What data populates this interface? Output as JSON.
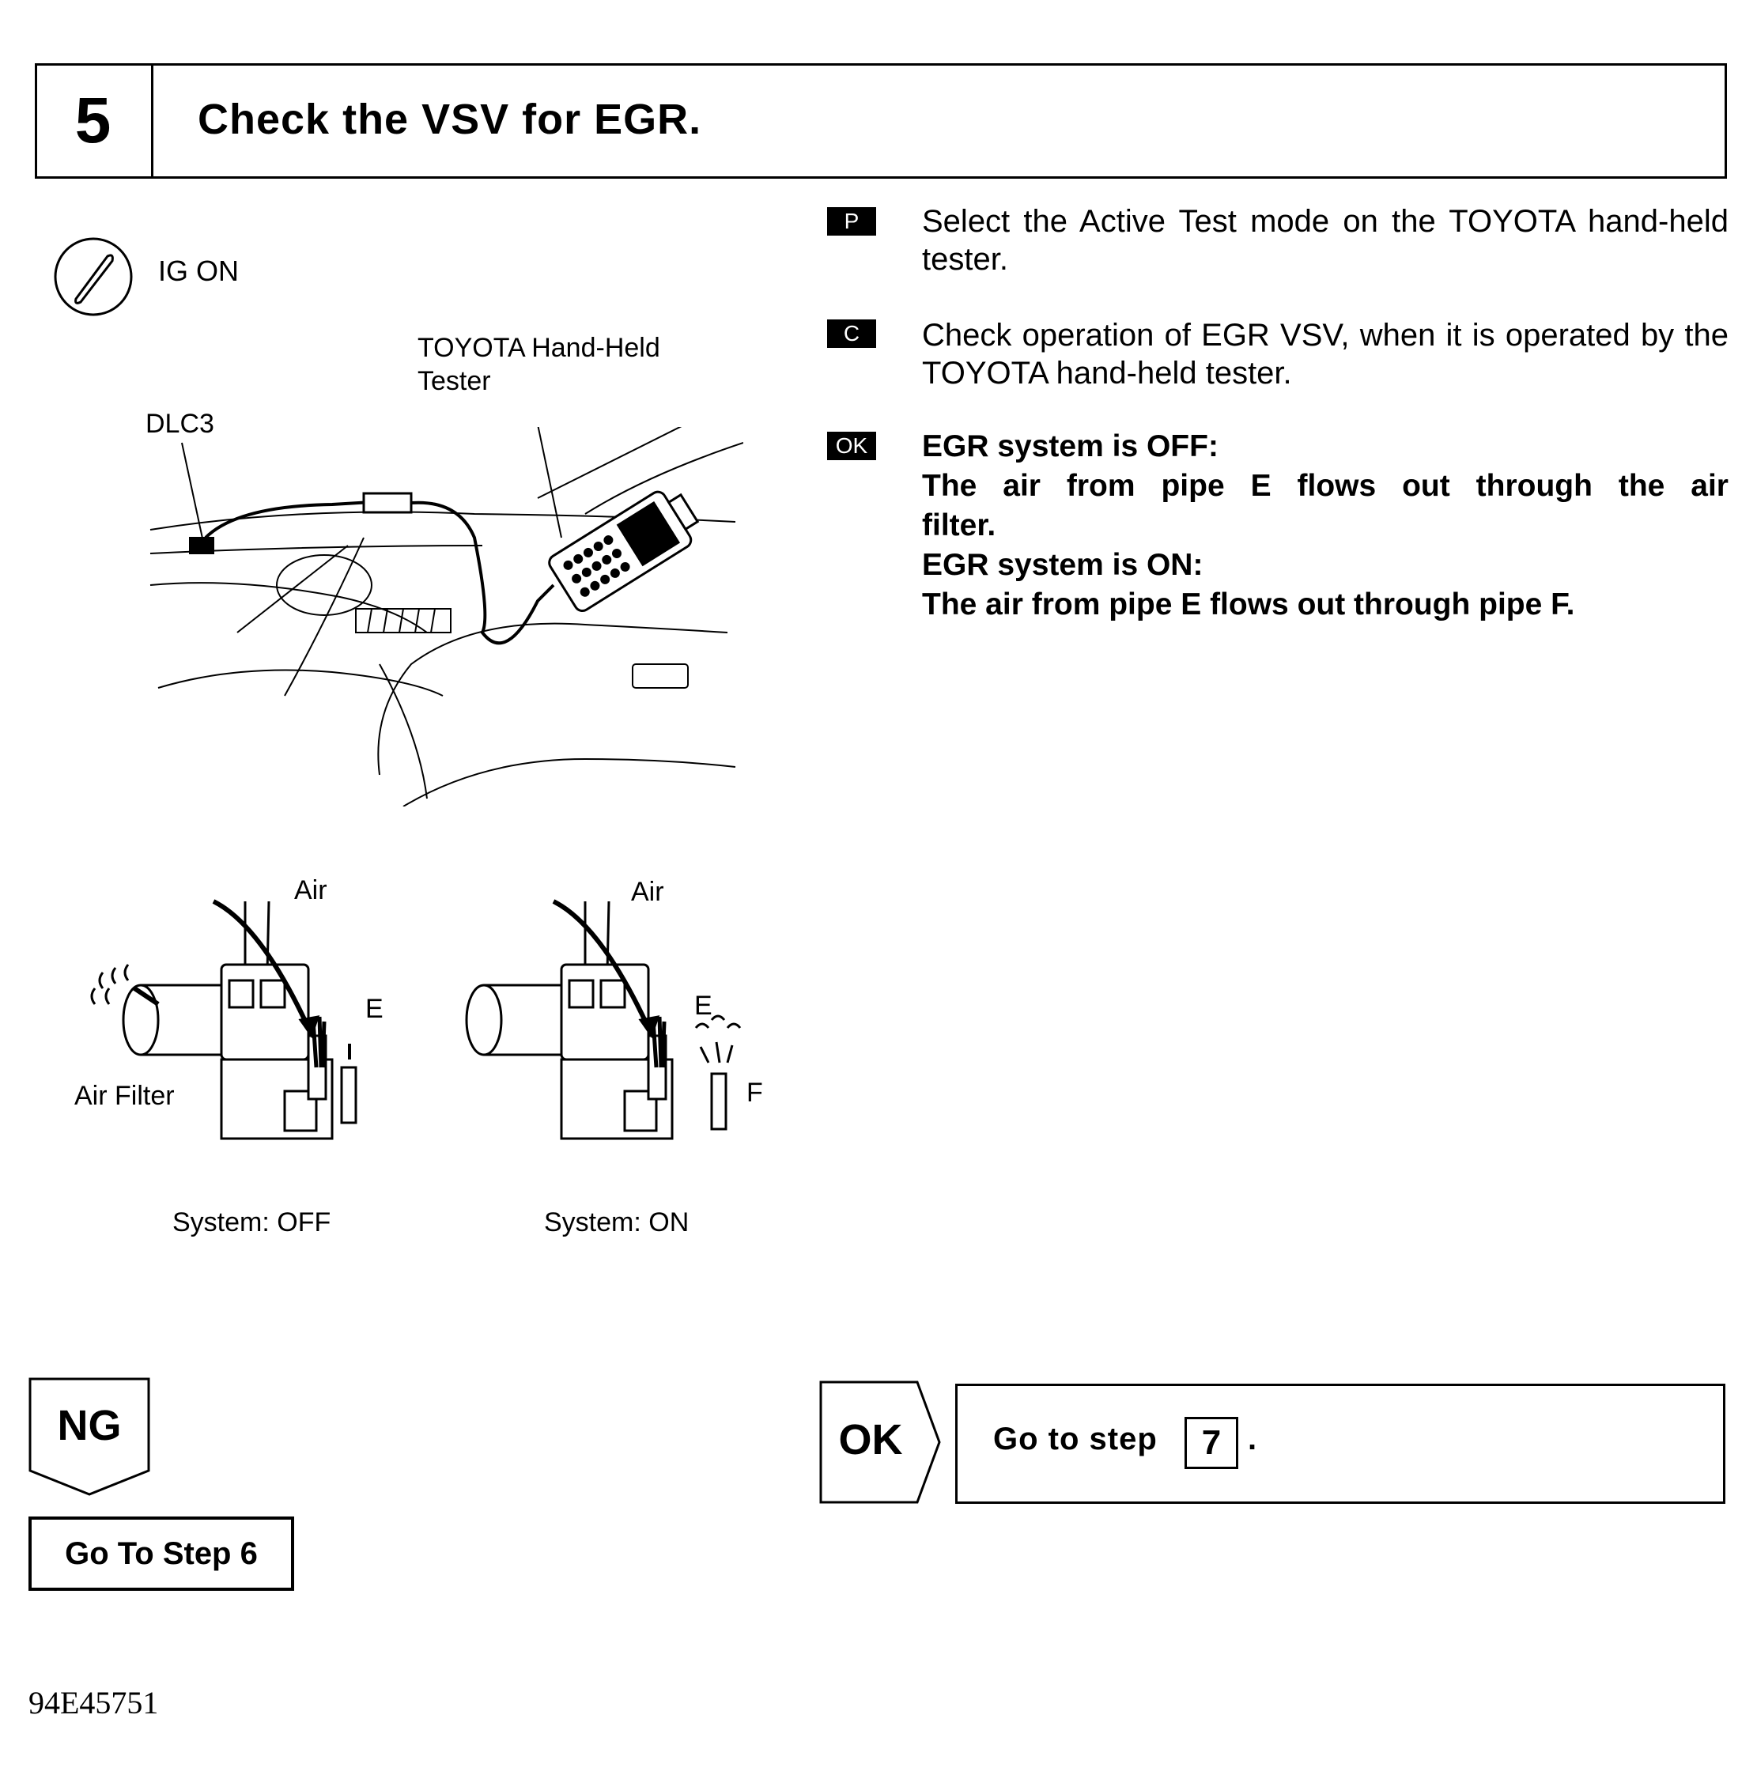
{
  "header": {
    "step_number": "5",
    "title": "Check the VSV for EGR."
  },
  "ignition": {
    "label": "IG ON"
  },
  "illustration": {
    "tester_label_line1": "TOYOTA Hand-Held",
    "tester_label_line2": "Tester",
    "dlc3_label": "DLC3"
  },
  "vsv": {
    "air_label": "Air",
    "e_label": "E",
    "f_label": "F",
    "air_filter_label": "Air Filter",
    "system_off_label": "System: OFF",
    "system_on_label": "System: ON"
  },
  "instructions": {
    "p_badge": "P",
    "p_text": "Select the Active Test mode on the TOYOTA hand-held tester.",
    "c_badge": "C",
    "c_text": "Check operation of EGR VSV, when it is operated by the TOYOTA hand-held tester.",
    "ok_badge": "OK",
    "ok_line1": "EGR system is OFF:",
    "ok_line2": "The air from pipe E flows out through the air",
    "ok_line3": "filter.",
    "ok_line4": "EGR system is ON:",
    "ok_line5": "The air from pipe E flows out through pipe F."
  },
  "navigation": {
    "ng_label": "NG",
    "ng_go_to": "Go To Step 6",
    "ok_label": "OK",
    "ok_go_to_text": "Go to step",
    "ok_step": "7",
    "ok_period": "."
  },
  "footer": {
    "doc_code": "94E45751"
  }
}
